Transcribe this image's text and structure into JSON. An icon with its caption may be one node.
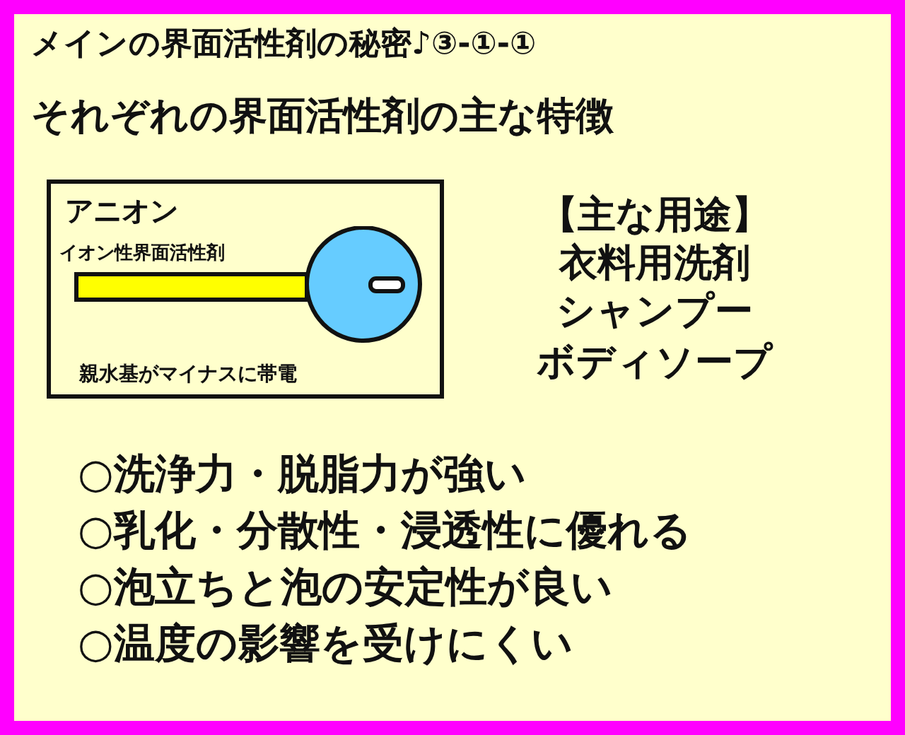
{
  "diagram": {
    "title": "メインの界面活性剤の秘密♪③-①-①",
    "nodes": [
      {
        "text": [
          "アニオン",
          "イオン性界面活性剤",
          "親水基がマイナスに帯電"
        ]
      }
    ],
    "edges": [],
    "labels": [
      "それぞれの界面活性剤の主な特徴",
      "【主な用途】",
      "衣料用洗剤",
      "シャンプー",
      "ボディソープ",
      "○洗浄力・脱脂力が強い",
      "○乳化・分散性・浸透性に優れる",
      "○泡立ちと泡の安定性が良い",
      "○温度の影響を受けにくい"
    ]
  }
}
